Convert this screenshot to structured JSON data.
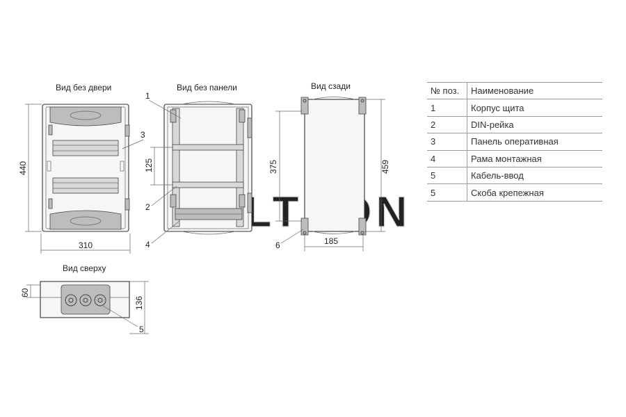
{
  "views": {
    "front_no_door": "Вид без двери",
    "front_no_panel": "Вид без панели",
    "rear": "Вид сзади",
    "top": "Вид сверху"
  },
  "dimensions": {
    "height_440": "440",
    "width_310": "310",
    "rail_pitch_125": "125",
    "height_375": "375",
    "depth_185": "185",
    "height_459": "459",
    "top_60": "60",
    "top_136": "136"
  },
  "callouts": {
    "c1": "1",
    "c2": "2",
    "c3": "3",
    "c4": "4",
    "c5": "5",
    "c6": "6"
  },
  "watermark": "ELTRON",
  "table": {
    "headers": {
      "num": "№ поз.",
      "name": "Наименование"
    },
    "rows": [
      {
        "num": "1",
        "name": "Корпус щита"
      },
      {
        "num": "2",
        "name": "DIN-рейка"
      },
      {
        "num": "3",
        "name": "Панель оперативная"
      },
      {
        "num": "4",
        "name": "Рама монтажная"
      },
      {
        "num": "5",
        "name": "Кабель-ввод"
      },
      {
        "num": "5",
        "name": "Скоба крепежная"
      }
    ]
  }
}
